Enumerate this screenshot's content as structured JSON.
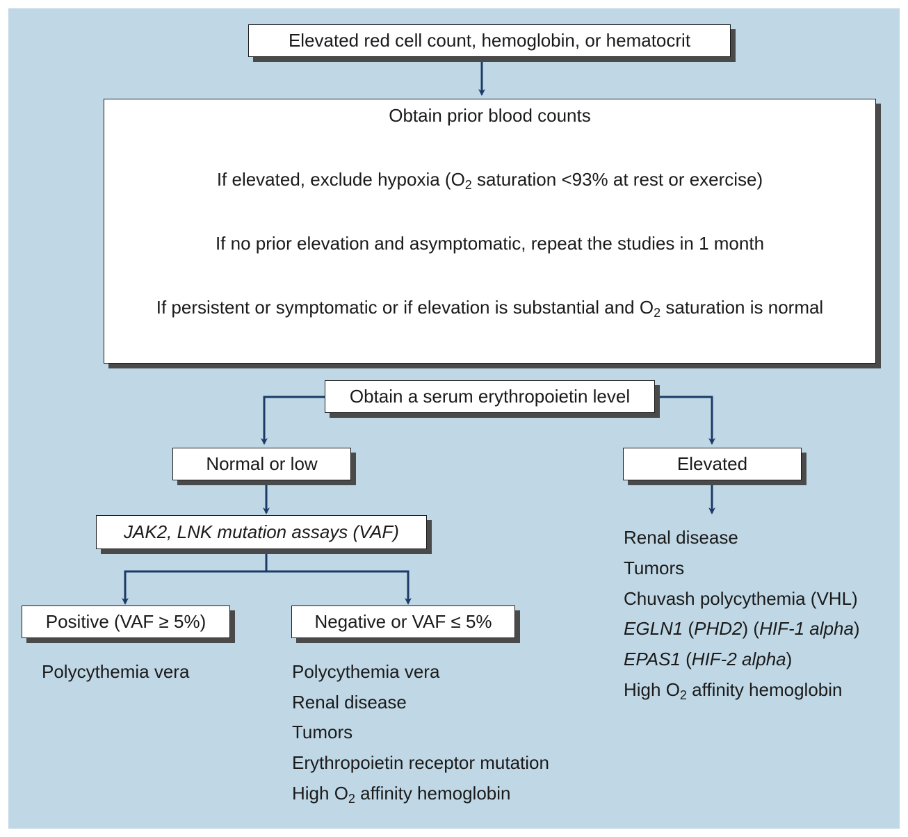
{
  "colors": {
    "panel_background": "#c0d8e6",
    "arrow": "#1b3a66",
    "box_border": "#1a1a1a",
    "box_shadow": "#4a4a4a"
  },
  "top_box": "Elevated red cell count, hemoglobin, or hematocrit",
  "steps": {
    "step1": "Obtain prior blood counts",
    "step2_pre": "If elevated, exclude hypoxia (O",
    "step2_sub": "2",
    "step2_post": " saturation <93% at rest or exercise)",
    "step3": "If no prior elevation and asymptomatic, repeat the studies in 1 month",
    "step4_pre": "If persistent or symptomatic or if elevation is substantial and O",
    "step4_sub": "2",
    "step4_post": " saturation is normal"
  },
  "epo_box": "Obtain a serum erythropoietin level",
  "normal_box": "Normal or low",
  "elevated_box": "Elevated",
  "jak2_box": "JAK2, LNK mutation assays (VAF)",
  "positive_box": "Positive (VAF ≥ 5%)",
  "negative_box": "Negative or VAF ≤ 5%",
  "positive_list": {
    "item1": "Polycythemia vera"
  },
  "negative_list": {
    "item1": "Polycythemia vera",
    "item2": "Renal disease",
    "item3": "Tumors",
    "item4": "Erythropoietin receptor mutation",
    "item5_pre": "High O",
    "item5_sub": "2",
    "item5_post": " affinity hemoglobin"
  },
  "elevated_list": {
    "item1": "Renal disease",
    "item2": "Tumors",
    "item3": "Chuvash polycythemia (VHL)",
    "item4_gene": "EGLN1",
    "item4_p1": " (",
    "item4_alias": "PHD2",
    "item4_p2": ") (",
    "item4_factor": "HIF-1 alpha",
    "item4_p3": ")",
    "item5_gene": "EPAS1",
    "item5_p1": " (",
    "item5_factor": "HIF-2 alpha",
    "item5_p2": ")",
    "item6_pre": "High O",
    "item6_sub": "2",
    "item6_post": " affinity hemoglobin"
  }
}
